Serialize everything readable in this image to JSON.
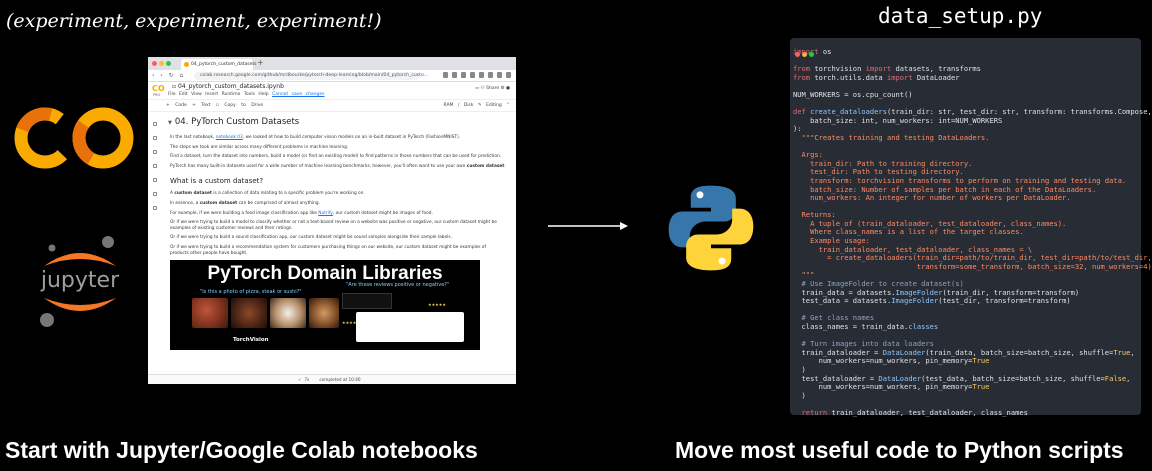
{
  "handwritten_note": "(experiment, experiment, experiment!)",
  "script_filename": "data_setup.py",
  "captions": {
    "left": "Start with Jupyter/Google Colab notebooks",
    "right": "Move most useful code to Python scripts"
  },
  "logos": {
    "colab": "colab-logo",
    "jupyter": "jupyter",
    "python": "python-logo"
  },
  "browser": {
    "tab_title": "04_pytorch_custom_datasets",
    "url": "colab.research.google.com/github/mrdbourke/pytorch-deep-learning/blob/main/04_pytorch_custo...",
    "colab": {
      "logo": "CO",
      "pro": "PRO",
      "file_name": "04_pytorch_custom_datasets.ipynb",
      "menu": [
        "File",
        "Edit",
        "View",
        "Insert",
        "Runtime",
        "Tools",
        "Help"
      ],
      "unsaved": "Cannot save changes",
      "share": "Share",
      "toolbar_left": [
        "+ Code",
        "+ Text",
        "Copy to Drive"
      ],
      "ram_disk": "RAM / Disk",
      "editing": "Editing",
      "heading": "04. PyTorch Custom Datasets",
      "paragraphs": [
        {
          "pre": "In the last notebook, ",
          "link": "notebook 03",
          "post": ", we looked at how to build computer vision models on an in-built dataset in PyTorch (FashionMNIST)."
        },
        {
          "text": "The steps we took are similar across many different problems in machine learning."
        },
        {
          "text": "Find a dataset, turn the dataset into numbers, build a model (or find an existing model) to find patterns in those numbers that can be used for prediction."
        },
        {
          "pre": "PyTorch has many built-in datasets used for a wide number of machine learning benchmarks, however, you'll often want to use your own ",
          "bold": "custom dataset",
          "post": "."
        }
      ],
      "subheading": "What is a custom dataset?",
      "paragraphs2": [
        {
          "pre": "A ",
          "bold": "custom dataset",
          "post": " is a collection of data relating to a specific problem you're working on."
        },
        {
          "pre": "In essence, a ",
          "bold": "custom dataset",
          "post": " can be comprised of almost anything."
        },
        {
          "pre": "For example, if we were building a food image classification app like ",
          "link": "Nutrify",
          "post": ", our custom dataset might be images of food."
        },
        {
          "text": "Or if we were trying to build a model to classify whether or not a text-based review on a website was positive or negative, our custom dataset might be examples of existing customer reviews and their ratings."
        },
        {
          "text": "Or if we were trying to build a sound classification app, our custom dataset might be sound samples alongside their sample labels."
        },
        {
          "text": "Or if we were trying to build a recommendation system for customers purchasing things on our website, our custom dataset might be examples of products other people have bought."
        }
      ],
      "banner": {
        "title": "PyTorch Domain Libraries",
        "q1": "\"Is this a photo of pizza, steak or sushi?\"",
        "q2": "\"Are these reviews positive or negative?\"",
        "torchvision": "TorchVision",
        "stars1": "★★★★★",
        "stars2": "★★★★★"
      },
      "status": {
        "check": "✓",
        "time": "7s",
        "completed": "completed at 10:40"
      }
    }
  },
  "code_lines": [
    [
      [
        "k",
        "import"
      ],
      [
        "d",
        " os"
      ]
    ],
    [],
    [
      [
        "k",
        "from"
      ],
      [
        "d",
        " torchvision "
      ],
      [
        "k",
        "import"
      ],
      [
        "d",
        " datasets, transforms"
      ]
    ],
    [
      [
        "k",
        "from"
      ],
      [
        "d",
        " torch.utils.data "
      ],
      [
        "k",
        "import"
      ],
      [
        "d",
        " DataLoader"
      ]
    ],
    [],
    [
      [
        "d",
        "NUM_WORKERS = os.cpu_count()"
      ]
    ],
    [],
    [
      [
        "k",
        "def"
      ],
      [
        "d",
        " "
      ],
      [
        "f",
        "create_dataloaders"
      ],
      [
        "d",
        "(train_dir: str, test_dir: str, transform: transforms.Compose,"
      ]
    ],
    [
      [
        "d",
        "    batch_size: int, num_workers: int=NUM_WORKERS"
      ]
    ],
    [
      [
        "d",
        "):"
      ]
    ],
    [
      [
        "s",
        "  \"\"\"Creates training and testing DataLoaders."
      ]
    ],
    [],
    [
      [
        "s",
        "  Args:"
      ]
    ],
    [
      [
        "s",
        "    train_dir: Path to training directory."
      ]
    ],
    [
      [
        "s",
        "    test_dir: Path to testing directory."
      ]
    ],
    [
      [
        "s",
        "    transform: torchvision transforms to perform on training and testing data."
      ]
    ],
    [
      [
        "s",
        "    batch_size: Number of samples per batch in each of the DataLoaders."
      ]
    ],
    [
      [
        "s",
        "    num_workers: An integer for number of workers per DataLoader."
      ]
    ],
    [],
    [
      [
        "s",
        "  Returns:"
      ]
    ],
    [
      [
        "s",
        "    A tuple of (train_dataloader, test_dataloader, class_names)."
      ]
    ],
    [
      [
        "s",
        "    Where class_names is a list of the target classes."
      ]
    ],
    [
      [
        "s",
        "    Example usage:"
      ]
    ],
    [
      [
        "s",
        "      train_dataloader, test_dataloader, class_names = \\"
      ]
    ],
    [
      [
        "s",
        "        = create_dataloaders(train_dir=path/to/train_dir, test_dir=path/to/test_dir,"
      ]
    ],
    [
      [
        "s",
        "                             transform=some_transform, batch_size=32, num_workers=4)"
      ]
    ],
    [
      [
        "s",
        "  \"\"\""
      ]
    ],
    [
      [
        "c",
        "  # Use ImageFolder to create dataset(s)"
      ]
    ],
    [
      [
        "d",
        "  train_data = datasets."
      ],
      [
        "f",
        "ImageFolder"
      ],
      [
        "d",
        "(train_dir, transform=transform)"
      ]
    ],
    [
      [
        "d",
        "  test_data = datasets."
      ],
      [
        "f",
        "ImageFolder"
      ],
      [
        "d",
        "(test_dir, transform=transform)"
      ]
    ],
    [],
    [
      [
        "c",
        "  # Get class names"
      ]
    ],
    [
      [
        "d",
        "  class_names = train_data."
      ],
      [
        "f",
        "classes"
      ]
    ],
    [],
    [
      [
        "c",
        "  # Turn images into data loaders"
      ]
    ],
    [
      [
        "d",
        "  train_dataloader = "
      ],
      [
        "f",
        "DataLoader"
      ],
      [
        "d",
        "(train_data, batch_size=batch_size, shuffle="
      ],
      [
        "b",
        "True"
      ],
      [
        "d",
        ","
      ]
    ],
    [
      [
        "d",
        "      num_workers=num_workers, pin_memory="
      ],
      [
        "b",
        "True"
      ]
    ],
    [
      [
        "d",
        "  )"
      ]
    ],
    [
      [
        "d",
        "  test_dataloader = "
      ],
      [
        "f",
        "DataLoader"
      ],
      [
        "d",
        "(test_data, batch_size=batch_size, shuffle="
      ],
      [
        "b",
        "False"
      ],
      [
        "d",
        ","
      ]
    ],
    [
      [
        "d",
        "      num_workers=num_workers, pin_memory="
      ],
      [
        "b",
        "True"
      ]
    ],
    [
      [
        "d",
        "  )"
      ]
    ],
    [],
    [
      [
        "k",
        "  return"
      ],
      [
        "d",
        " train_dataloader, test_dataloader, class_names"
      ]
    ]
  ],
  "colors": {
    "editor_bg": "#282c34",
    "colab_orange": "#f9ab00",
    "python_blue": "#3776ab",
    "python_yellow": "#ffd43b"
  }
}
